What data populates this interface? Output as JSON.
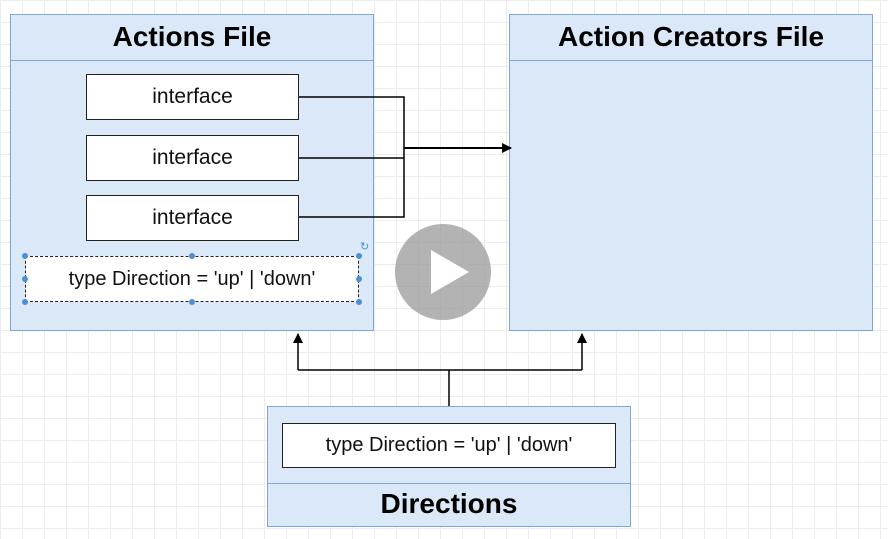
{
  "actions_file": {
    "title": "Actions File",
    "interfaces": [
      "interface",
      "interface",
      "interface"
    ],
    "type_box": "type Direction = 'up' | 'down'"
  },
  "action_creators_file": {
    "title": "Action Creators File"
  },
  "directions": {
    "title": "Directions",
    "type_box": "type Direction = 'up' | 'down'"
  },
  "colors": {
    "panel_fill": "#dbe8f8",
    "panel_border": "#7ea6d8",
    "selection": "#4a90d9",
    "connector": "#000000"
  },
  "icons": {
    "play": "play-icon",
    "rotate": "rotate-icon"
  }
}
